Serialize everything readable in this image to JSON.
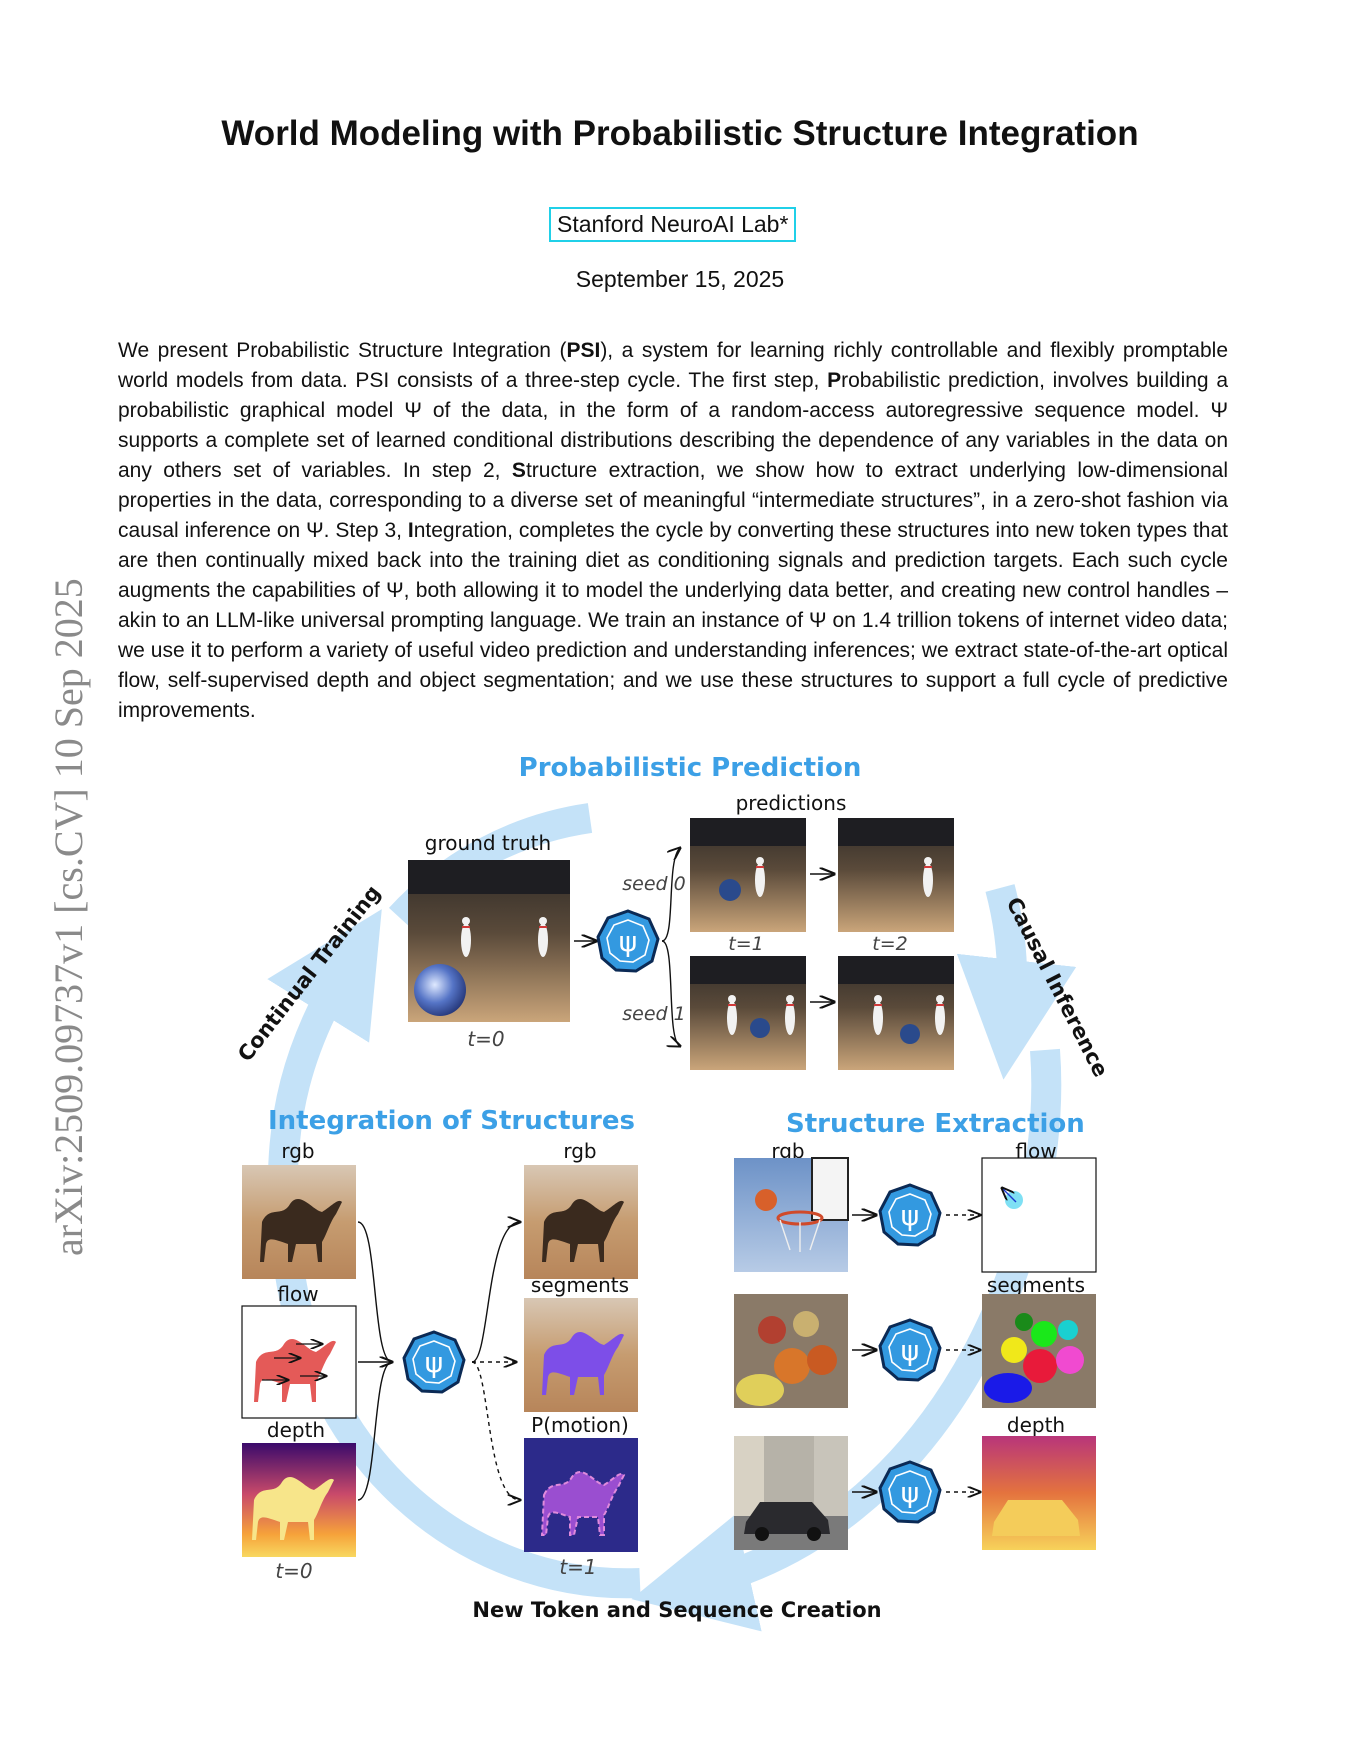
{
  "title": "World Modeling with Probabilistic Structure Integration",
  "author": "Stanford NeuroAI Lab*",
  "date": "September 15, 2025",
  "side_id": "arXiv:2509.09737v1  [cs.CV]  10 Sep 2025",
  "abstract": {
    "p1": "We present Probabilistic Structure Integration (",
    "p1_bold": "PSI",
    "p2": "), a system for learning richly controllable and flexibly promptable world models from data. PSI consists of a three-step cycle. The first step, ",
    "p2_bold": "P",
    "p3": "robabilistic prediction, involves building a probabilistic graphical model Ψ of the data, in the form of a random-access autoregressive sequence model. Ψ supports a complete set of learned conditional distributions describing the dependence of any variables in the data on any others set of variables. In step 2, ",
    "p3_bold": "S",
    "p4": "tructure extraction, we show how to extract underlying low-dimensional properties in the data, corresponding to a diverse set of meaningful “intermediate structures”, in a zero-shot fashion via causal inference on Ψ. Step 3, ",
    "p4_bold": "I",
    "p5": "ntegration, completes the cycle by converting these structures into new token types that are then continually mixed back into the training diet as conditioning signals and prediction targets. Each such cycle augments the capabilities of Ψ, both allowing it to model the underlying data better, and creating new control handles – akin to an LLM-like universal prompting language. We train an instance of Ψ on 1.4 trillion tokens of internet video data; we use it to perform a variety of useful video prediction and understanding inferences; we extract state-of-the-art optical flow, self-supervised depth and object segmentation; and we use these structures to support a full cycle of predictive improvements."
  },
  "figure": {
    "cycle_labels": {
      "top": "Probabilistic Prediction",
      "right": "Causal Inference",
      "bottom": "New Token and Sequence Creation",
      "left": "Continual Training"
    },
    "psi_symbol": "ψ",
    "prediction": {
      "ground_truth": "ground truth",
      "predictions": "predictions",
      "t0": "t=0",
      "t1": "t=1",
      "t2": "t=2",
      "seed0": "seed 0",
      "seed1": "seed 1"
    },
    "integration": {
      "title": "Integration of Structures",
      "rgb_in": "rgb",
      "flow": "flow",
      "depth": "depth",
      "rgb_out": "rgb",
      "segments": "segments",
      "pmotion": "P(motion)",
      "t0": "t=0",
      "t1": "t=1"
    },
    "extraction": {
      "title": "Structure Extraction",
      "rgb": "rgb",
      "flow": "flow",
      "segments": "segments",
      "depth": "depth"
    },
    "colors": {
      "accent_blue": "#3ca0e6",
      "cycle_light": "#c4e2f8",
      "psi_fill": "#3399e0"
    }
  }
}
